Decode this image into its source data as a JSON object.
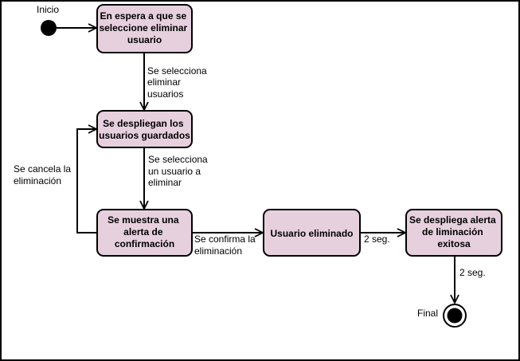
{
  "colors": {
    "state_fill": "#e6d0de",
    "state_stroke": "#000000",
    "edge": "#000000",
    "frame": "#000000",
    "background": "#ffffff"
  },
  "terminals": {
    "initial": {
      "label": "Inicio"
    },
    "final": {
      "label": "Final"
    }
  },
  "states": {
    "esperando": {
      "lines": [
        "En espera a que se",
        "seleccione eliminar",
        "usuario"
      ]
    },
    "despliegan": {
      "lines": [
        "Se despliegan los",
        "usuarios guardados"
      ]
    },
    "alerta_confirmacion": {
      "lines": [
        "Se muestra una",
        "alerta de",
        "confirmación"
      ]
    },
    "eliminado": {
      "lines": [
        "Usuario eliminado"
      ]
    },
    "alerta_exito": {
      "lines": [
        "Se despliega alerta",
        "de liminación",
        "exitosa"
      ]
    }
  },
  "transitions": {
    "t_seleccionar": {
      "lines": [
        "Se selecciona",
        "eliminar",
        "usuarios"
      ]
    },
    "t_seleccionar_usuario": {
      "lines": [
        "Se selecciona",
        "un usuario a",
        "eliminar"
      ]
    },
    "t_cancelar": {
      "lines": [
        "Se cancela la",
        "eliminación"
      ]
    },
    "t_confirmar": {
      "lines": [
        "Se confirma la",
        "eliminación"
      ]
    },
    "t_2seg_a": {
      "lines": [
        "2 seg."
      ]
    },
    "t_2seg_b": {
      "lines": [
        "2 seg."
      ]
    }
  }
}
